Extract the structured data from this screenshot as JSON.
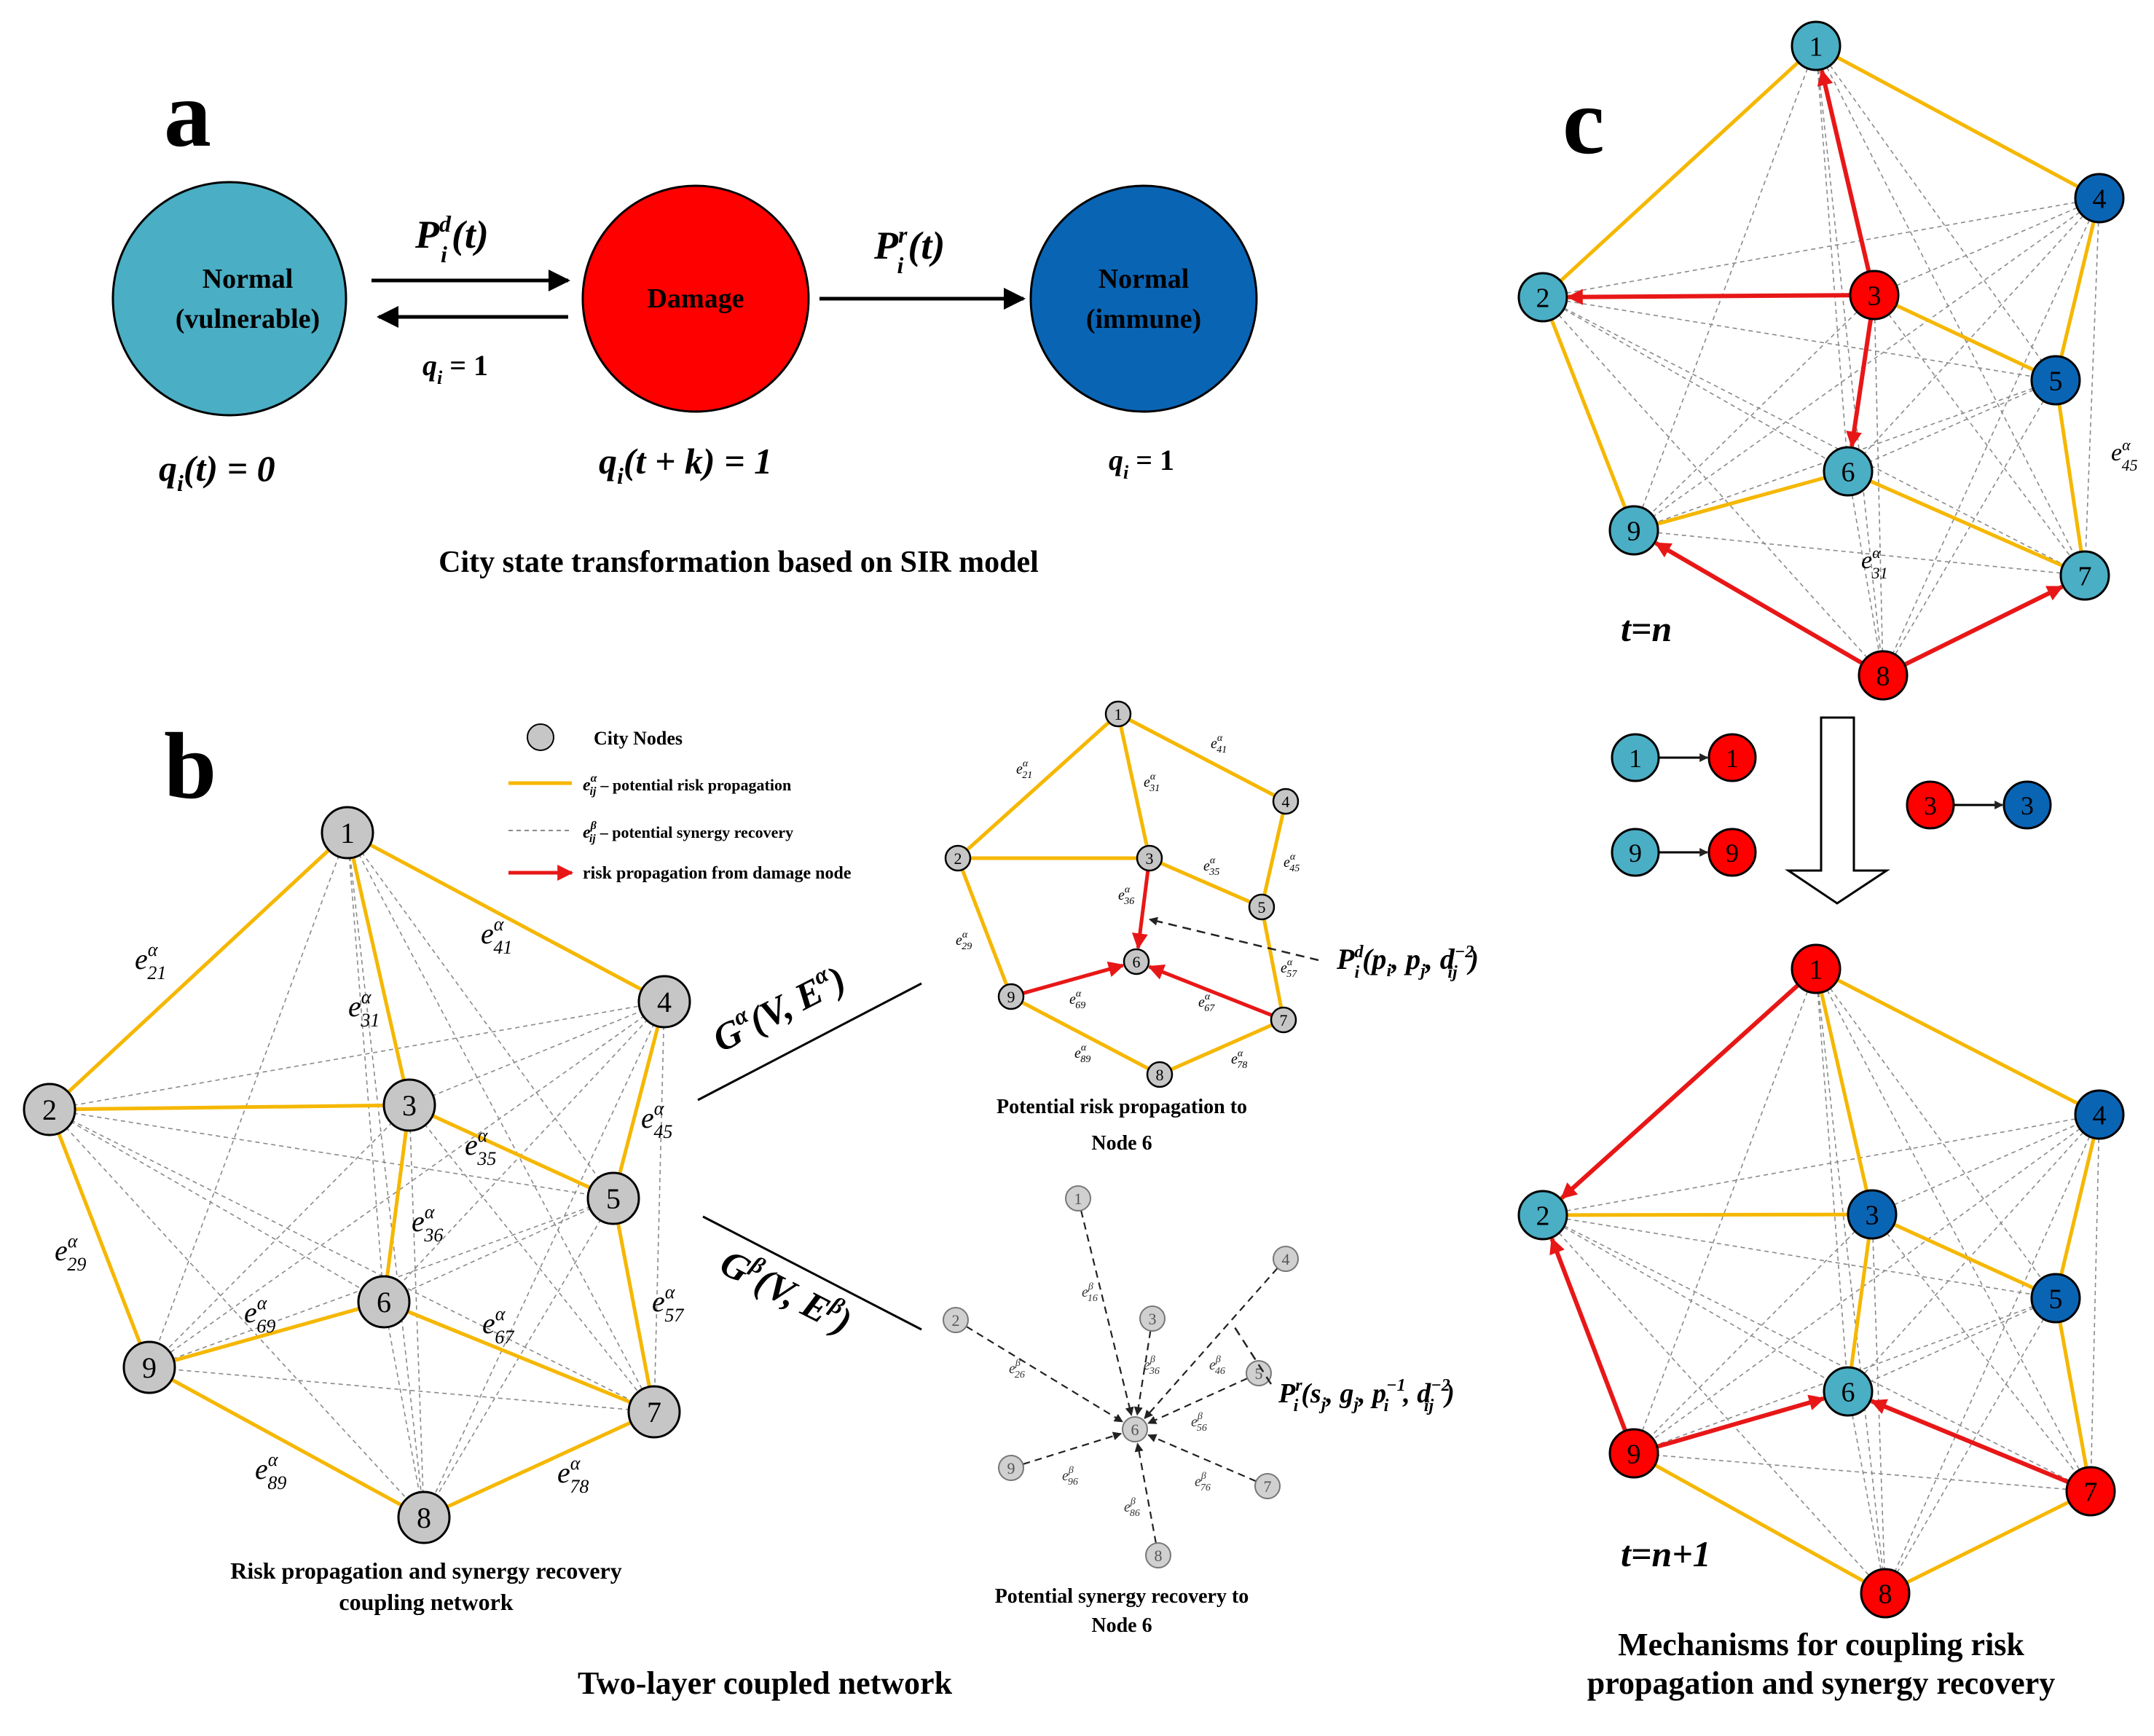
{
  "colors": {
    "vulnerable": "#4aaec4",
    "damage": "#ff0000",
    "immune": "#0a64b4",
    "gray_node": "#c6c6c6",
    "risk_edge": "#f5b700",
    "synergy_edge": "#8a8a8a",
    "risk_arrow": "#e81717"
  },
  "panel_a": {
    "label": "a",
    "state_vulnerable": [
      "Normal",
      "(vulnerable)"
    ],
    "state_damage": "Damage",
    "state_immune": [
      "Normal",
      "(immune)"
    ],
    "pd_base": "P",
    "pd_sub": "i",
    "pd_sup": "d",
    "pd_arg": "(t)",
    "pr_base": "P",
    "pr_sub": "i",
    "pr_sup": "r",
    "pr_arg": "(t)",
    "back_base": "q",
    "back_sub": "i",
    "back_eq": " = 1",
    "cond_vulnerable": {
      "base": "q",
      "sub": "i",
      "rest": "(t) = 0"
    },
    "cond_damage": {
      "base": "q",
      "sub": "i",
      "rest": "(t + k) = 1"
    },
    "cond_immune": {
      "base": "q",
      "sub": "i",
      "rest": " = 1"
    },
    "caption": "City state transformation based on SIR model"
  },
  "panel_b": {
    "label": "b",
    "legend": {
      "nodes": "City Nodes",
      "risk": "– potential risk propagation",
      "synergy": "– potential synergy recovery",
      "arrow": "risk propagation from damage node"
    },
    "edge_labels": {
      "e21": "21",
      "e41": "41",
      "e31": "31",
      "e45": "45",
      "e35": "35",
      "e36": "36",
      "e29": "29",
      "e69": "69",
      "e67": "67",
      "e57": "57",
      "e89": "89",
      "e78": "78"
    },
    "caption_main": [
      "Risk propagation and synergy recovery",
      "coupling network"
    ],
    "g_alpha": {
      "G": "G",
      "sup": "α",
      "args": "(V,  E",
      "args_sup": "α",
      "close": ")"
    },
    "g_beta": {
      "G": "G",
      "sup": "β",
      "args": "(V,  E",
      "args_sup": "β",
      "close": ")"
    },
    "caption_risk": [
      "Potential risk propagation to",
      "Node 6"
    ],
    "caption_synergy": [
      "Potential synergy recovery to",
      "Node 6"
    ],
    "pd_formula": {
      "base": "P",
      "sub": "i",
      "sup": "d",
      "args": "(p",
      "a2": ", p",
      "a3": ", d",
      "a3sup": "−2",
      "close": ")"
    },
    "pr_formula": {
      "base": "P",
      "sub": "i",
      "sup": "r",
      "args": "(s",
      "a2": ", g",
      "a3": ", p",
      "a3sup": "−1",
      "a4": ", d",
      "a4sup": "−2",
      "close": ")"
    },
    "sub_labels": {
      "e16": "16",
      "e26": "26",
      "e36": "36",
      "e46": "46",
      "e56": "56",
      "e96": "96",
      "e86": "86",
      "e76": "76"
    },
    "caption_overall": "Two-layer coupled network"
  },
  "panel_c": {
    "label": "c",
    "time_n": "t=n",
    "time_n1": "t=n+1",
    "edge_labels": {
      "e45": "45",
      "e31": "31"
    },
    "caption": [
      "Mechanisms for coupling risk",
      "propagation and synergy recovery"
    ]
  }
}
